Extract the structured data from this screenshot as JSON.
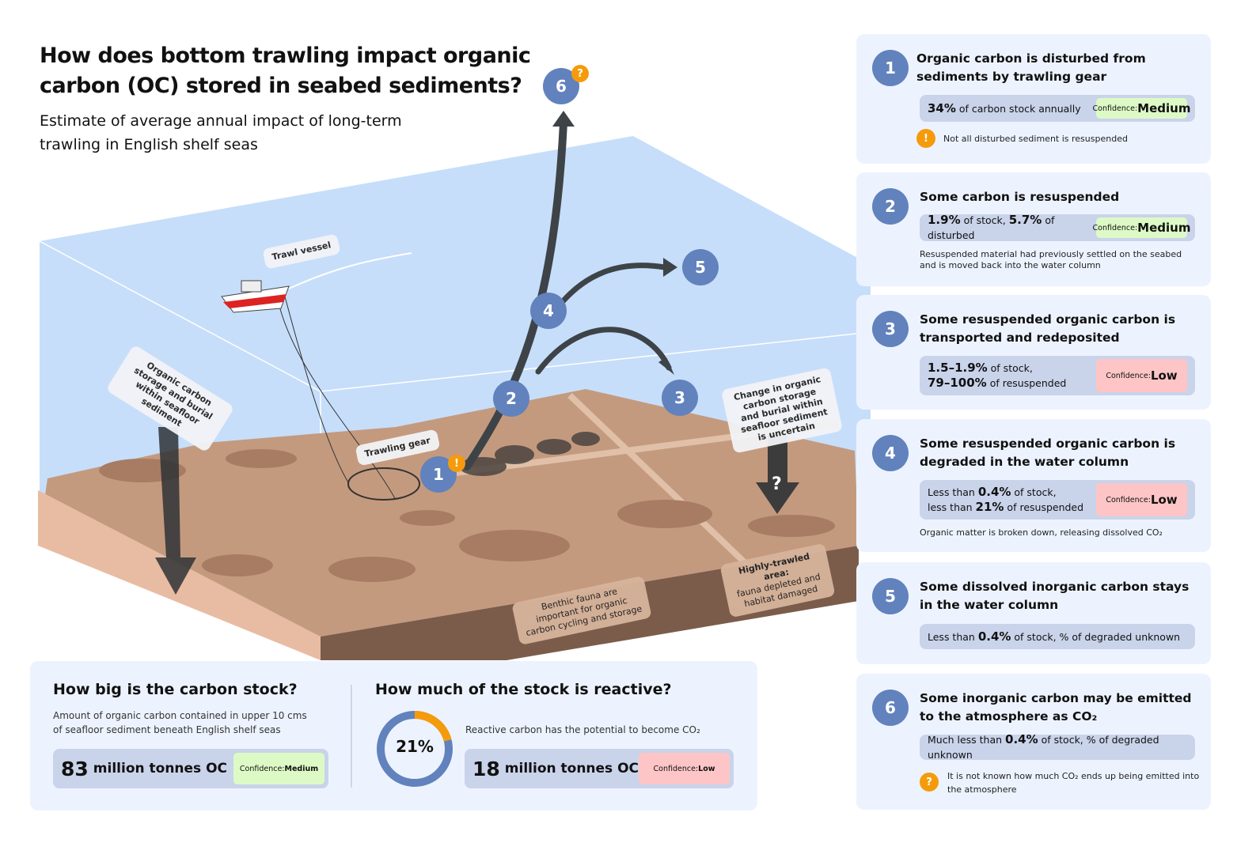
{
  "title": "How does bottom trawling impact organic carbon (OC) stored in seabed sediments?",
  "subtitle": "Estimate of average annual impact of long-term trawling in English shelf seas",
  "scene": {
    "labels": {
      "trawl_vessel": "Trawl vessel",
      "trawling_gear": "Trawling gear",
      "oc_storage": "Organic carbon storage and burial within seafloor sediment",
      "uncertain": "Change in organic carbon storage and burial within seafloor sediment is uncertain",
      "benthic": "Benthic fauna are important for organic carbon cycling and storage",
      "highly_trawled_title": "Highly-trawled area:",
      "highly_trawled": "fauna depleted and habitat damaged"
    },
    "markers": [
      "1",
      "2",
      "3",
      "4",
      "5",
      "6"
    ],
    "warn_mark": "!",
    "question_mark": "?"
  },
  "panels": [
    {
      "num": "1",
      "title": "Organic carbon is disturbed from sediments by trawling gear",
      "stat_bold": "34%",
      "stat_text": " of carbon stock annually",
      "conf_label": "Confidence: ",
      "conf_level": "Medium",
      "note": "Not all disturbed sediment is resuspended",
      "note_icon": "!"
    },
    {
      "num": "2",
      "title": "Some carbon is resuspended",
      "stat_bold": "1.9%",
      "stat_text": " of stock, ",
      "stat_bold2": "5.7%",
      "stat_text2": " of disturbed",
      "conf_label": "Confidence: ",
      "conf_level": "Medium",
      "note": "Resuspended material had previously settled on the seabed and is moved back into the water column"
    },
    {
      "num": "3",
      "title": "Some resuspended organic carbon is transported and redeposited",
      "stat_bold": "1.5–1.9%",
      "stat_text": " of stock,",
      "stat_bold2": "79–100%",
      "stat_text2": " of resuspended",
      "conf_label": "Confidence: ",
      "conf_level": "Low"
    },
    {
      "num": "4",
      "title": "Some resuspended organic carbon is degraded in the water column",
      "stat_pre": "Less than ",
      "stat_bold": "0.4%",
      "stat_text": " of stock,",
      "stat_pre2": "less than ",
      "stat_bold2": "21%",
      "stat_text2": " of resuspended",
      "conf_label": "Confidence: ",
      "conf_level": "Low",
      "note": "Organic matter is broken down, releasing dissolved CO₂"
    },
    {
      "num": "5",
      "title": "Some dissolved inorganic carbon stays in the water column",
      "stat_pre": "Less than ",
      "stat_bold": "0.4%",
      "stat_text": " of stock, % of degraded unknown"
    },
    {
      "num": "6",
      "title": "Some inorganic carbon may be emitted to the atmosphere as CO₂",
      "stat_pre": "Much less than ",
      "stat_bold": "0.4%",
      "stat_text": " of stock, % of degraded unknown",
      "note": "It is not known how much CO₂ ends up being emitted into the atmosphere",
      "note_icon": "?"
    }
  ],
  "bottom": {
    "stock": {
      "heading": "How big is the carbon stock?",
      "desc": "Amount of organic carbon contained in upper 10 cms of seafloor sediment beneath English shelf seas",
      "value": "83",
      "unit": "million tonnes OC",
      "conf_label": "Confidence: ",
      "conf_level": "Medium"
    },
    "reactive": {
      "heading": "How much of the stock is reactive?",
      "percent_label": "21%",
      "percent": 21,
      "desc": "Reactive carbon has the potential to become CO₂",
      "value": "18",
      "unit": "million tonnes OC",
      "conf_label": "Confidence: ",
      "conf_level": "Low"
    }
  },
  "colors": {
    "marker": "#6182bd",
    "warn": "#f59b0b",
    "water": "#c6defa",
    "seabed": "#c49a7e",
    "medium": "#ddfac6",
    "low": "#fdc5c5"
  }
}
